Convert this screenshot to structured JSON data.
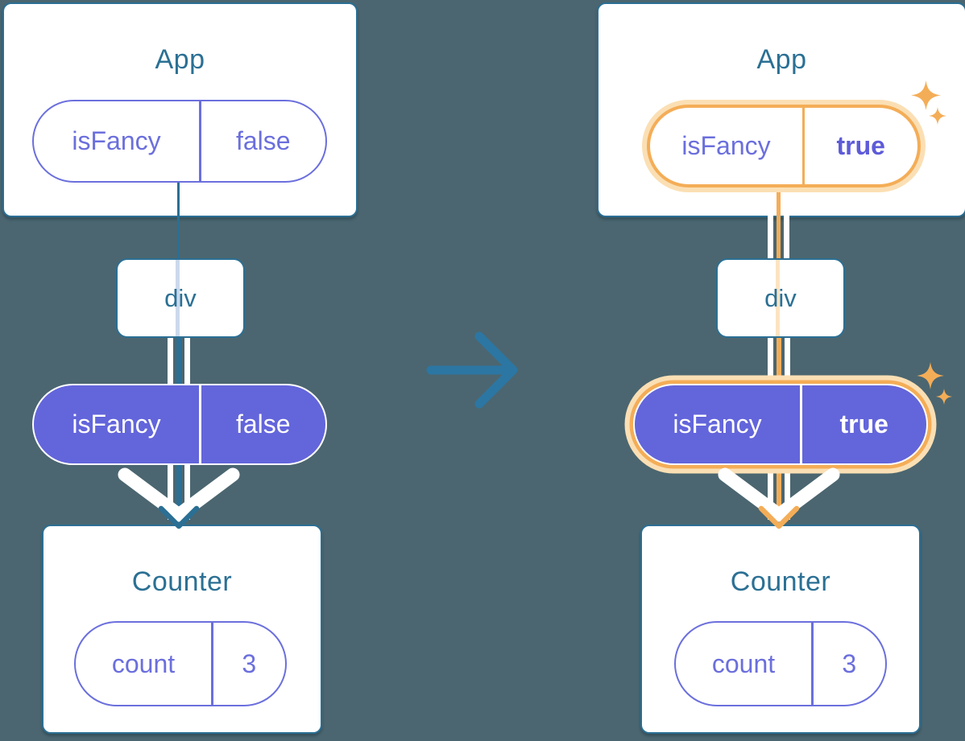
{
  "colors": {
    "background": "#4b6670",
    "card_border": "#2b6f94",
    "heading_text": "#2b7094",
    "purple": "#6b6fdd",
    "purple_fill": "#6365db",
    "purple_bold": "#5d5bd8",
    "orange": "#f4ad57",
    "orange_glow": "#fbdfb4",
    "orange_pale": "#fce4c2",
    "blue_pale": "#ccd9ec",
    "arrow_blue": "#2c76a3"
  },
  "before": {
    "app": {
      "title": "App",
      "prop_name": "isFancy",
      "prop_value": "false"
    },
    "div": {
      "label": "div"
    },
    "props_pill": {
      "prop_name": "isFancy",
      "prop_value": "false"
    },
    "counter": {
      "title": "Counter",
      "state_name": "count",
      "state_value": "3"
    }
  },
  "after": {
    "app": {
      "title": "App",
      "prop_name": "isFancy",
      "prop_value": "true"
    },
    "div": {
      "label": "div"
    },
    "props_pill": {
      "prop_name": "isFancy",
      "prop_value": "true"
    },
    "counter": {
      "title": "Counter",
      "state_name": "count",
      "state_value": "3"
    }
  }
}
